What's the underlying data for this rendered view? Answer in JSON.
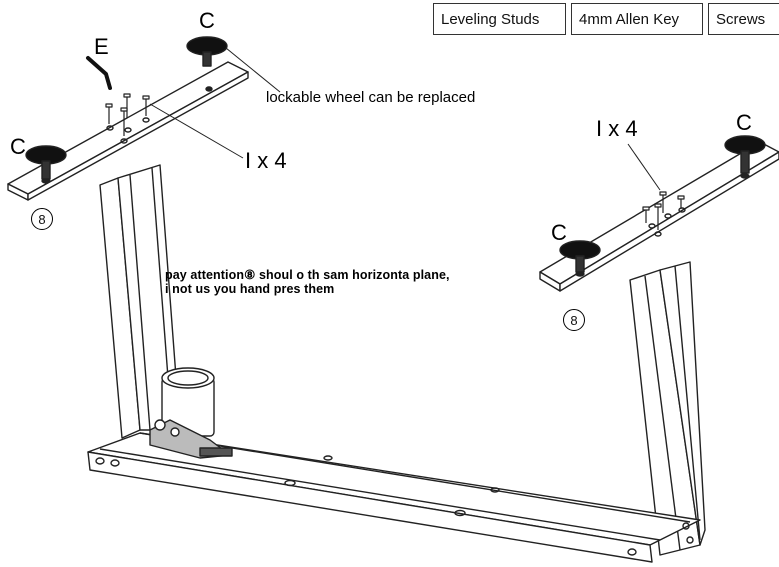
{
  "toolbar": {
    "buttons": [
      {
        "label": "Leveling Studs"
      },
      {
        "label": "4mm Allen Key"
      },
      {
        "label": "Screws"
      }
    ]
  },
  "callouts": {
    "c_top_left": "C",
    "c_left": "C",
    "c_right_mid": "C",
    "c_right_top": "C",
    "e_label": "E",
    "qty_left": "I x 4",
    "qty_right": "I x 4",
    "wheel_note": "lockable wheel can be replaced",
    "part_left": "8",
    "part_right": "8"
  },
  "notes": {
    "line1": "pay attention⑧ shoul   o  th  sam   horizonta  plane,",
    "line2": "i  not  us   you  hand  pres  them"
  }
}
